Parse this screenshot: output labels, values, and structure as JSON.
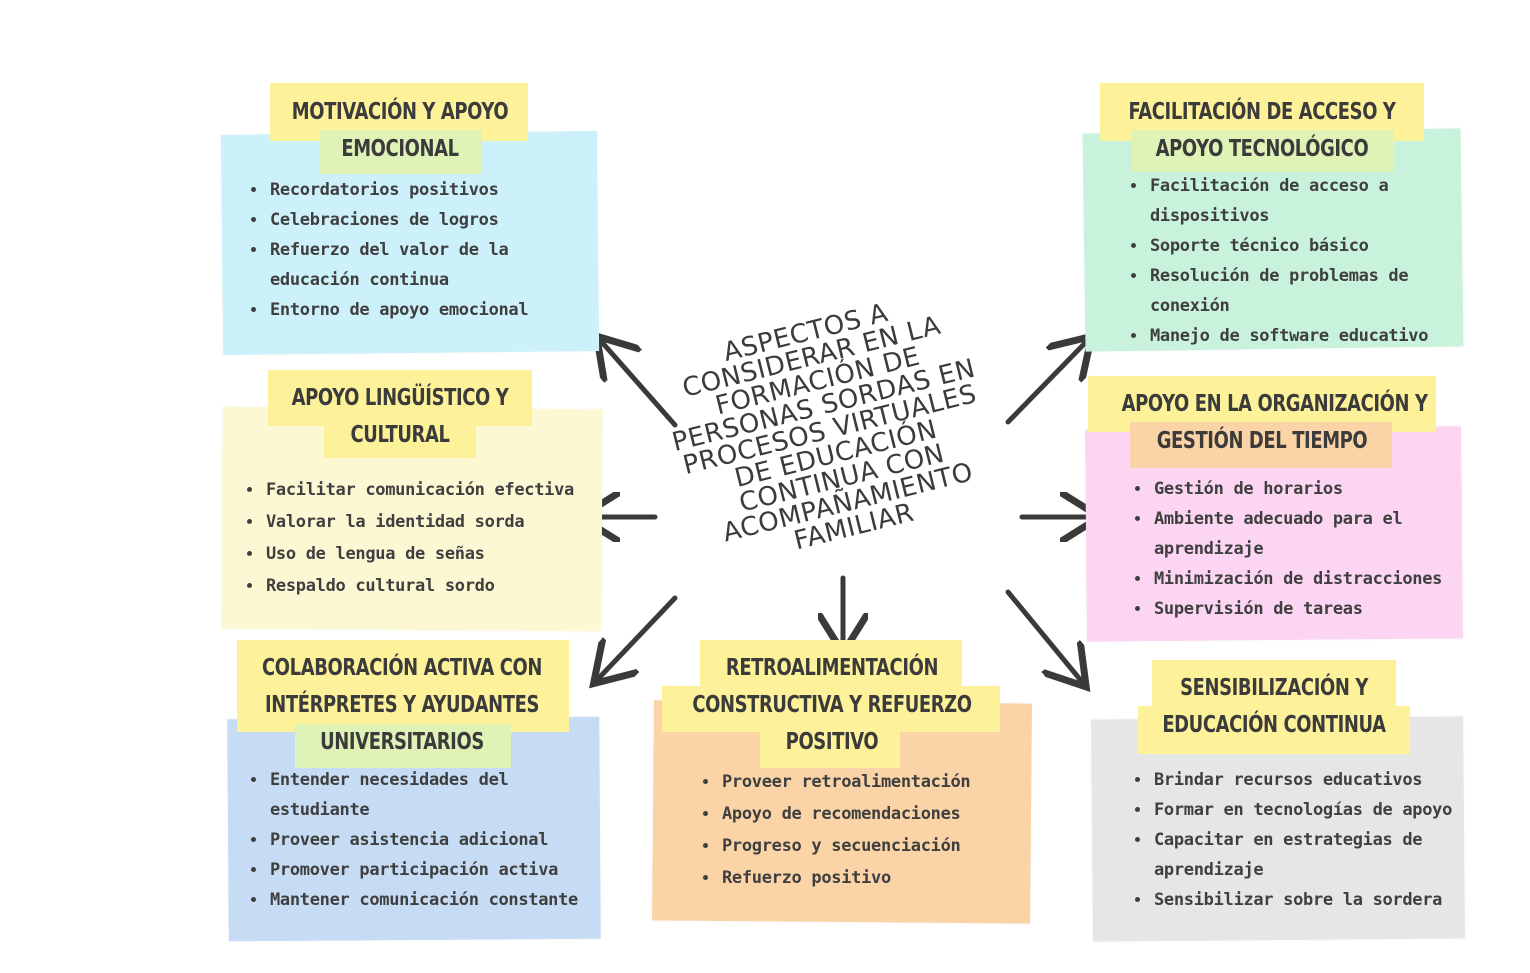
{
  "center": {
    "lines": [
      "ASPECTOS A",
      "CONSIDERAR EN LA",
      "FORMACIÓN DE",
      "PERSONAS SORDAS EN",
      "PROCESOS VIRTUALES",
      "DE EDUCACIÓN",
      "CONTINUA CON",
      "ACOMPAÑAMIENTO",
      "FAMILIAR"
    ]
  },
  "colors": {
    "cyan": "#ccf1fb",
    "yellow_card": "#fdf8d4",
    "blue": "#c6dcf4",
    "orange": "#fad3a6",
    "green": "#c9f2dd",
    "pink": "#fbd5f2",
    "gray": "#e6e6e6",
    "highlight_yellow": "#fdf29a",
    "highlight_green": "#dff3b6",
    "arrow": "#3a3a3a"
  },
  "boxes": {
    "motivacion": {
      "title": [
        "MOTIVACIÓN Y APOYO",
        "EMOCIONAL"
      ],
      "items": [
        "Recordatorios positivos",
        "Celebraciones de logros",
        "Refuerzo del valor de la educación continua",
        "Entorno de apoyo emocional"
      ]
    },
    "linguistico": {
      "title": [
        "APOYO LINGÜÍSTICO Y",
        "CULTURAL"
      ],
      "items": [
        "Facilitar comunicación efectiva",
        "Valorar la identidad sorda",
        "Uso de lengua de señas",
        "Respaldo cultural sordo"
      ]
    },
    "colaboracion": {
      "title": [
        "COLABORACIÓN ACTIVA CON",
        "INTÉRPRETES Y AYUDANTES",
        "UNIVERSITARIOS"
      ],
      "items": [
        "Entender necesidades del estudiante",
        "Proveer asistencia adicional",
        "Promover participación activa",
        "Mantener comunicación constante"
      ]
    },
    "retroalimentacion": {
      "title": [
        "RETROALIMENTACIÓN",
        "CONSTRUCTIVA Y REFUERZO",
        "POSITIVO"
      ],
      "items": [
        "Proveer retroalimentación",
        "Apoyo de recomendaciones",
        "Progreso y secuenciación",
        "Refuerzo positivo"
      ]
    },
    "facilitacion": {
      "title": [
        "FACILITACIÓN DE ACCESO Y",
        "APOYO TECNOLÓGICO"
      ],
      "items": [
        "Facilitación de acceso a dispositivos",
        "Soporte técnico básico",
        "Resolución de problemas de conexión",
        "Manejo de software educativo"
      ]
    },
    "organizacion": {
      "title": [
        "APOYO EN LA ORGANIZACIÓN Y",
        "GESTIÓN DEL TIEMPO"
      ],
      "items": [
        "Gestión de horarios",
        "Ambiente adecuado para el aprendizaje",
        "Minimización de distracciones",
        "Supervisión de tareas"
      ]
    },
    "sensibilizacion": {
      "title": [
        "SENSIBILIZACIÓN Y",
        "EDUCACIÓN CONTINUA"
      ],
      "items": [
        "Brindar recursos educativos",
        "Formar en tecnologías de apoyo",
        "Capacitar en estrategias de aprendizaje",
        "Sensibilizar sobre la sordera"
      ]
    }
  }
}
